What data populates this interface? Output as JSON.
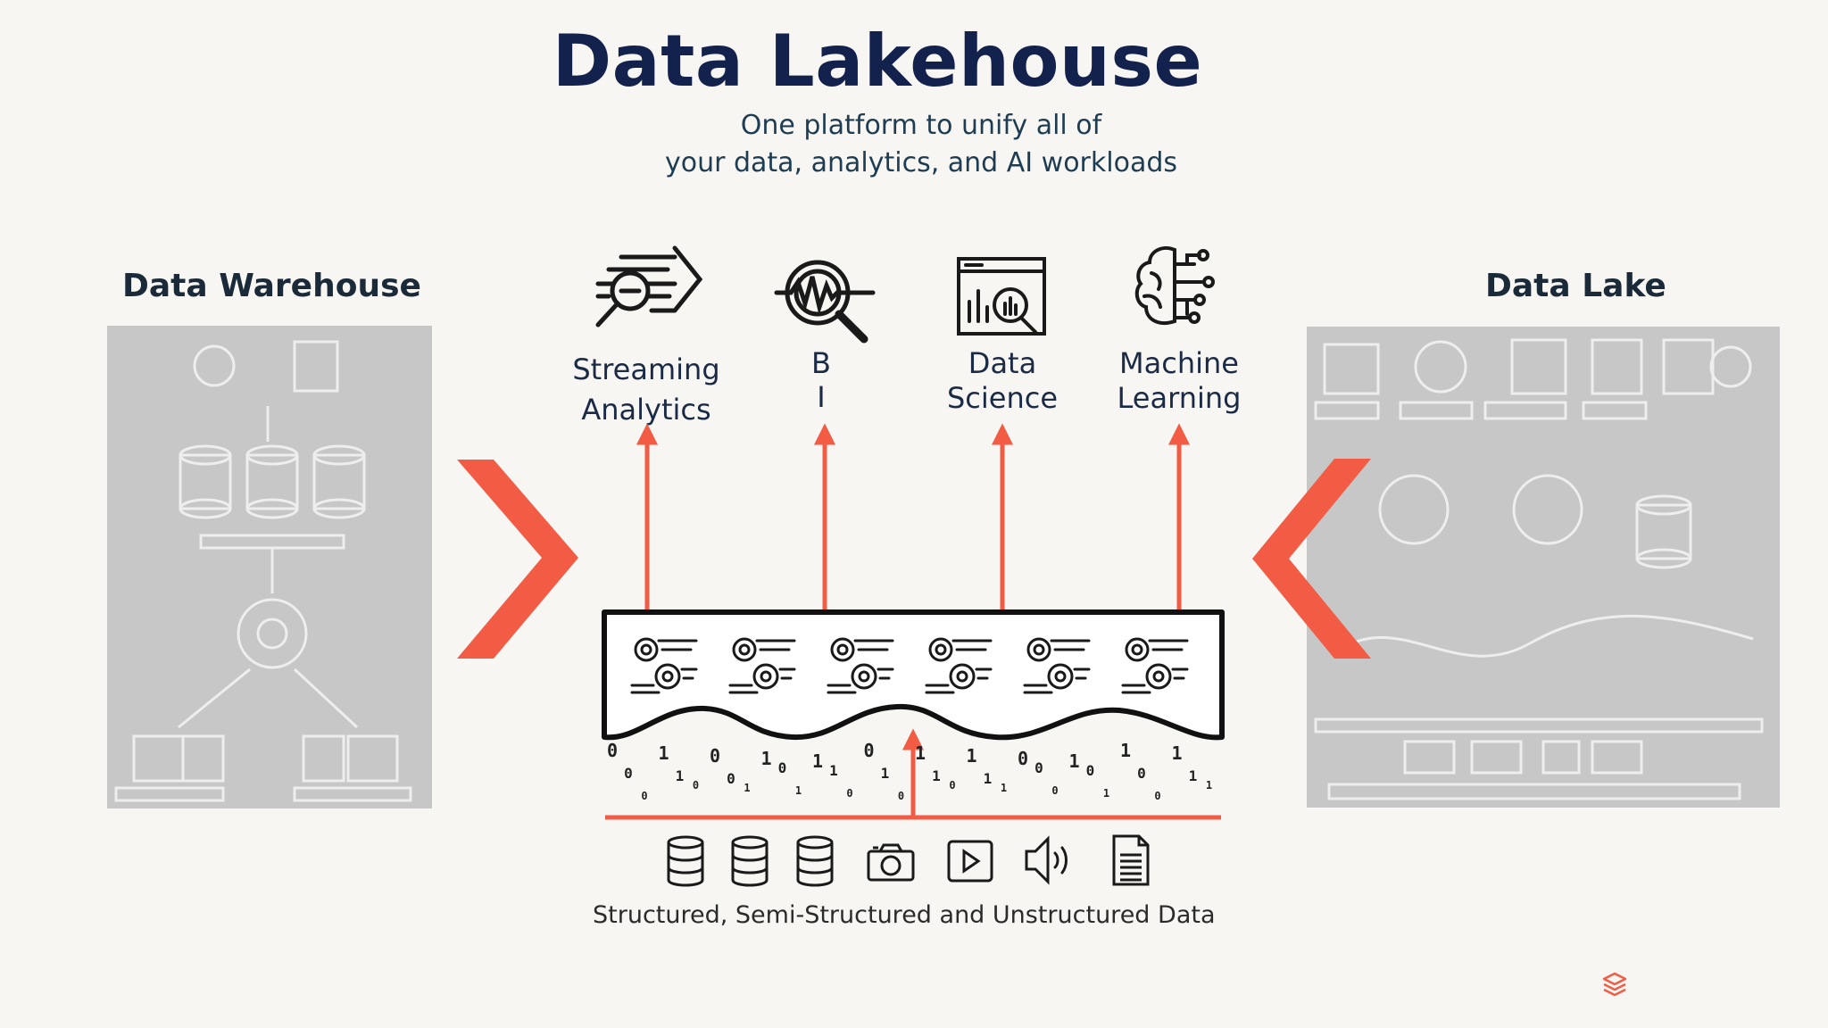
{
  "title": "Data Lakehouse",
  "subtitle": [
    "One platform to unify all of",
    "your data, analytics, and AI workloads"
  ],
  "left_panel": {
    "title": "Data Warehouse"
  },
  "right_panel": {
    "title": "Data Lake"
  },
  "use_cases": [
    {
      "icon": "streaming-analytics-icon",
      "lines": [
        "Streaming",
        "Analytics"
      ]
    },
    {
      "icon": "bi-magnifier-icon",
      "lines": [
        "B",
        "I"
      ]
    },
    {
      "icon": "data-science-icon",
      "lines": [
        "Data",
        "Science"
      ]
    },
    {
      "icon": "machine-learning-brain-icon",
      "lines": [
        "Machine",
        "Learning"
      ]
    }
  ],
  "data_types_caption": "Structured, Semi-Structured and Unstructured Data",
  "data_type_icons": [
    "database-icon",
    "database-icon",
    "database-icon",
    "camera-icon",
    "video-play-icon",
    "audio-speaker-icon",
    "document-icon"
  ],
  "binary_stream": [
    "0",
    "0",
    "0",
    "1",
    "1",
    "0",
    "0",
    "0",
    "1",
    "1",
    "0",
    "1",
    "1",
    "1",
    "0",
    "0",
    "1",
    "0",
    "1",
    "1",
    "0",
    "1",
    "1",
    "1",
    "0",
    "0",
    "0",
    "1",
    "0",
    "1",
    "1",
    "0",
    "0",
    "1",
    "1",
    "1"
  ],
  "colors": {
    "accent": "#f25c44",
    "title": "#13214d",
    "panel": "#c7c7c7",
    "background": "#f7f6f3"
  }
}
